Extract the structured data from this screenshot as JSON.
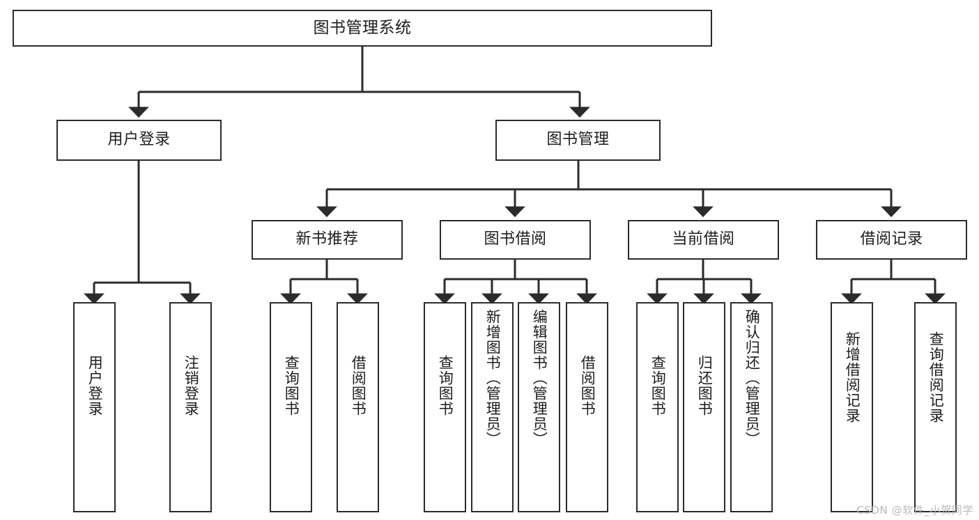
{
  "diagram": {
    "title": "图书管理系统",
    "type": "hierarchy-tree",
    "watermark": "CSDN @软件_小贺同学",
    "nodes": {
      "root": {
        "label": "图书管理系统",
        "level": 0
      },
      "level1": [
        {
          "id": "user-login",
          "label": "用户登录"
        },
        {
          "id": "book-manage",
          "label": "图书管理"
        }
      ],
      "level2": [
        {
          "id": "new-book-recommend",
          "label": "新书推荐",
          "parent": "book-manage"
        },
        {
          "id": "book-borrow",
          "label": "图书借阅",
          "parent": "book-manage"
        },
        {
          "id": "current-borrow",
          "label": "当前借阅",
          "parent": "book-manage"
        },
        {
          "id": "borrow-record",
          "label": "借阅记录",
          "parent": "book-manage"
        }
      ],
      "leaves": [
        {
          "id": "leaf-user-login",
          "label": "用户登录",
          "parent": "user-login"
        },
        {
          "id": "leaf-logout",
          "label": "注销登录",
          "parent": "user-login"
        },
        {
          "id": "leaf-query-book-1",
          "label": "查询图书",
          "parent": "new-book-recommend"
        },
        {
          "id": "leaf-borrow-book-1",
          "label": "借阅图书",
          "parent": "new-book-recommend"
        },
        {
          "id": "leaf-query-book-2",
          "label": "查询图书",
          "parent": "book-borrow"
        },
        {
          "id": "leaf-add-book",
          "label": "新增图书（管理员）",
          "parent": "book-borrow"
        },
        {
          "id": "leaf-edit-book",
          "label": "编辑图书（管理员）",
          "parent": "book-borrow"
        },
        {
          "id": "leaf-borrow-book-2",
          "label": "借阅图书",
          "parent": "book-borrow"
        },
        {
          "id": "leaf-query-book-3",
          "label": "查询图书",
          "parent": "current-borrow"
        },
        {
          "id": "leaf-return-book",
          "label": "归还图书",
          "parent": "current-borrow"
        },
        {
          "id": "leaf-confirm-return",
          "label": "确认归还（管理员）",
          "parent": "current-borrow"
        },
        {
          "id": "leaf-add-record",
          "label": "新增借阅记录",
          "parent": "borrow-record"
        },
        {
          "id": "leaf-query-record",
          "label": "查询借阅记录",
          "parent": "borrow-record"
        }
      ]
    },
    "colors": {
      "stroke": "#2b2b2b",
      "fill": "#ffffff",
      "text": "#1d1d1d",
      "watermark": "#b9b9b9"
    }
  }
}
